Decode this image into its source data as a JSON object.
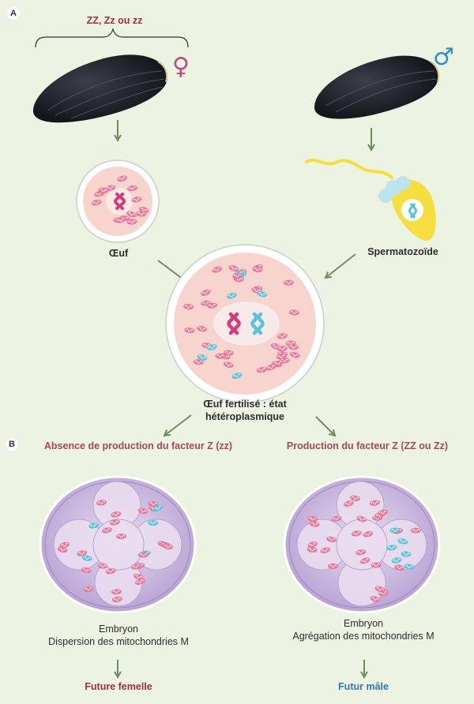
{
  "panel_markers": {
    "a": "A",
    "b": "B"
  },
  "genotype_top": "ZZ, Zz ou zz",
  "symbols": {
    "female": "♀",
    "male": "♂"
  },
  "labels": {
    "egg": "Œuf",
    "sperm": "Spermatozoïde",
    "fertilized_line1": "Œuf fertilisé : état",
    "fertilized_line2": "hétéroplasmique",
    "left_condition": "Absence de production du facteur Z (zz)",
    "right_condition": "Production du facteur Z (ZZ ou Zz)",
    "left_embryo_line1": "Embryon",
    "left_embryo_line2": "Dispersion des mitochondries M",
    "right_embryo_line1": "Embryon",
    "right_embryo_line2": "Agrégation des mitochondries M",
    "left_outcome": "Future femelle",
    "right_outcome": "Futur mâle"
  },
  "colors": {
    "female_symbol": "#c04a7e",
    "male_symbol": "#2f8fc8",
    "mito_pink": "#e7799a",
    "mito_blue": "#5cc3df",
    "cytoplasm": "#f8d4cf",
    "embryo_purple": "#c8b4dd",
    "arrow_green": "#6d8f5a",
    "sperm_yellow": "#f6dd40"
  }
}
